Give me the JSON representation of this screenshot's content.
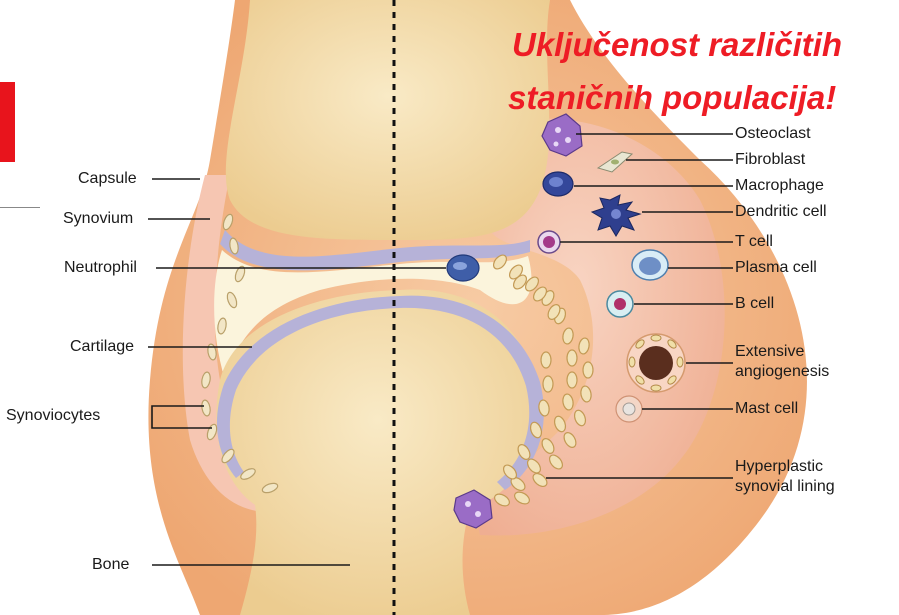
{
  "title": {
    "line1": "Uključenost različitih",
    "line2": "staničnih  populacija!"
  },
  "left_labels": {
    "capsule": "Capsule",
    "synovium": "Synovium",
    "neutrophil": "Neutrophil",
    "cartilage": "Cartilage",
    "synoviocytes": "Synoviocytes",
    "bone": "Bone"
  },
  "right_labels": {
    "osteoclast": "Osteoclast",
    "fibroblast": "Fibroblast",
    "macrophage": "Macrophage",
    "dendritic_cell": "Dendritic cell",
    "t_cell": "T cell",
    "plasma_cell": "Plasma cell",
    "b_cell": "B cell",
    "angiogenesis_line1": "Extensive",
    "angiogenesis_line2": "angiogenesis",
    "mast_cell": "Mast cell",
    "hyperplastic_line1": "Hyperplastic",
    "hyperplastic_line2": "synovial lining"
  },
  "colors": {
    "title": "#ee1c25",
    "bone": "#f3dcaa",
    "capsule": "#f2b98a",
    "synovium": "#f6c6b2",
    "cartilage": "#b6b2d8",
    "fluid": "#fbf4dc",
    "inflamed_pannus": "#f4c1a8"
  }
}
